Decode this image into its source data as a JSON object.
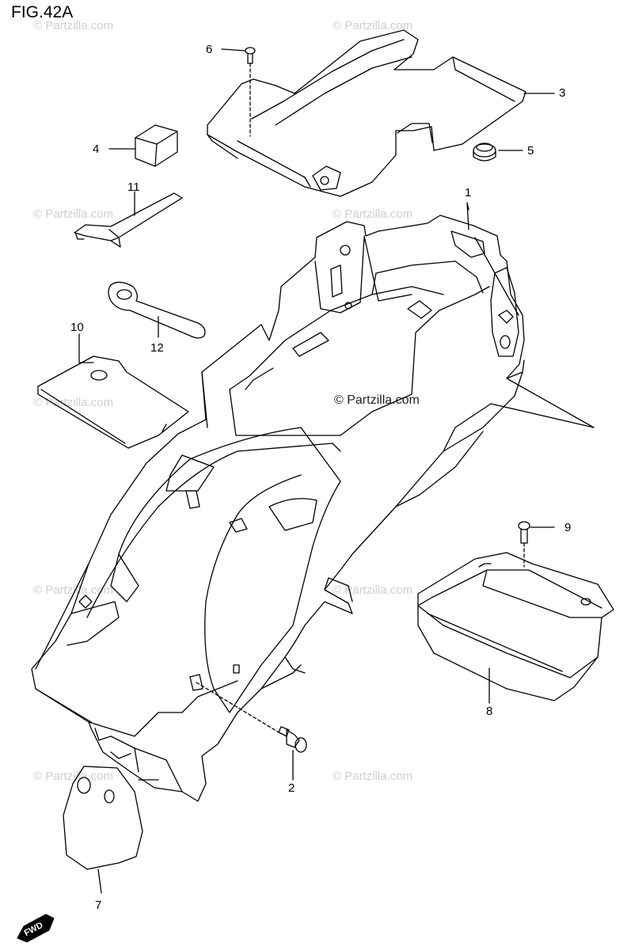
{
  "figure": {
    "title": "FIG.42A"
  },
  "watermark": {
    "text": "© Partzilla.com"
  },
  "callouts": {
    "c1": "1",
    "c2": "2",
    "c3": "3",
    "c4": "4",
    "c5": "5",
    "c6": "6",
    "c7": "7",
    "c8": "8",
    "c9": "9",
    "c10": "10",
    "c11": "11",
    "c12": "12"
  },
  "direction_badge": {
    "label": "FWD"
  },
  "colors": {
    "line": "#000000",
    "watermark": "#cfcfcf",
    "background": "#ffffff"
  }
}
